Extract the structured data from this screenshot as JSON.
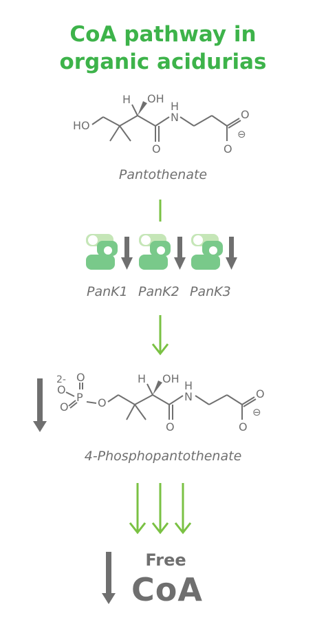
{
  "title": {
    "line1": "CoA pathway in",
    "line2": "organic acidurias"
  },
  "molecule1": {
    "name": "Pantothenate",
    "atoms": {
      "ho": "HO",
      "h": "H",
      "oh": "OH",
      "nh_n": "N",
      "nh_h": "H",
      "o_amide": "O",
      "o_top": "O",
      "o_bottom": "O",
      "charge": "⊖"
    }
  },
  "enzymes": [
    {
      "label": "PanK1"
    },
    {
      "label": "PanK2"
    },
    {
      "label": "PanK3"
    }
  ],
  "molecule2": {
    "name": "4-Phosphopantothenate",
    "atoms": {
      "charge2": "2-",
      "p": "P",
      "o1": "O",
      "o2": "O",
      "o3": "O",
      "o_link": "O",
      "h": "H",
      "oh": "OH",
      "nh_n": "N",
      "nh_h": "H",
      "o_amide": "O",
      "o_top": "O",
      "o_bottom": "O",
      "charge": "⊖"
    }
  },
  "product": {
    "free": "Free",
    "coa": "CoA"
  },
  "colors": {
    "green": "#3db34a",
    "arrow_green": "#7ac143",
    "gray": "#6f6f6f",
    "enzyme_light": "#c5e6b7",
    "enzyme_mid": "#79c98a"
  }
}
